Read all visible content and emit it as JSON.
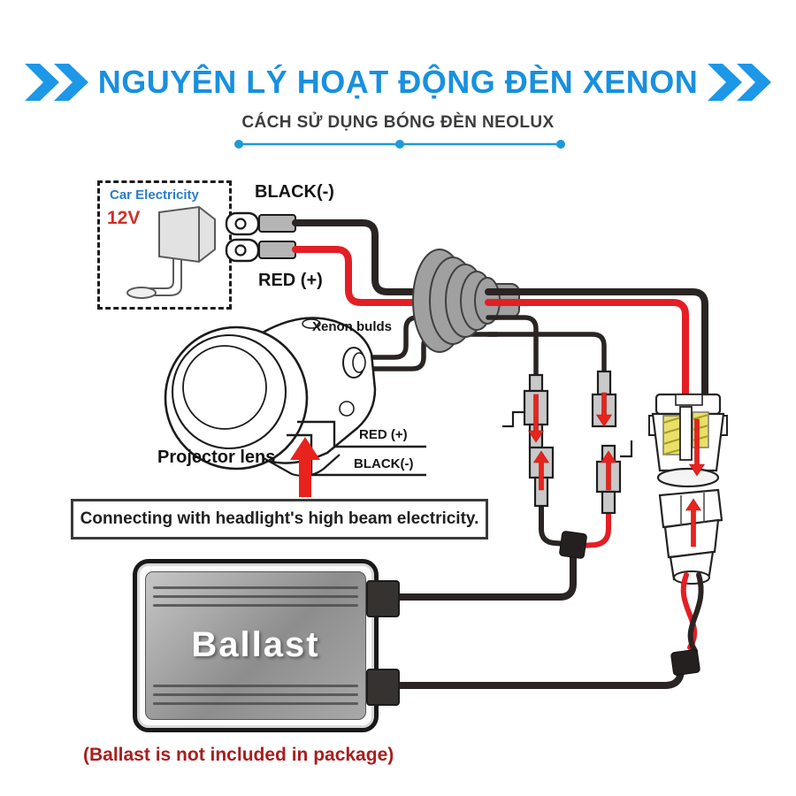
{
  "header": {
    "title": "NGUYÊN LÝ HOẠT ĐỘNG ĐÈN XENON",
    "subtitle": "CÁCH SỬ DỤNG BÓNG ĐÈN NEOLUX"
  },
  "car_box": {
    "label": "Car Electricity",
    "voltage": "12V"
  },
  "wiring": {
    "input_negative": "BLACK(-)",
    "input_positive": "RED (+)",
    "bulb_label": "Xenon bulds",
    "lens_label": "Projector lens",
    "lens_positive": "RED (+)",
    "lens_negative": "BLACK(-)"
  },
  "note_box": {
    "text": "Connecting with headlight's high beam electricity."
  },
  "ballast": {
    "label": "Ballast",
    "footnote": "(Ballast is not included in package)"
  },
  "colors": {
    "accent_blue": "#1d97e8",
    "divider_blue": "#1e9ad6",
    "wire_red": "#e31e25",
    "wire_black": "#2a2422",
    "arrow_red": "#e8231d",
    "crimp_yellow": "#e9e068",
    "boot_gray": "#a0a0a0",
    "note_red": "#a81e1e"
  }
}
